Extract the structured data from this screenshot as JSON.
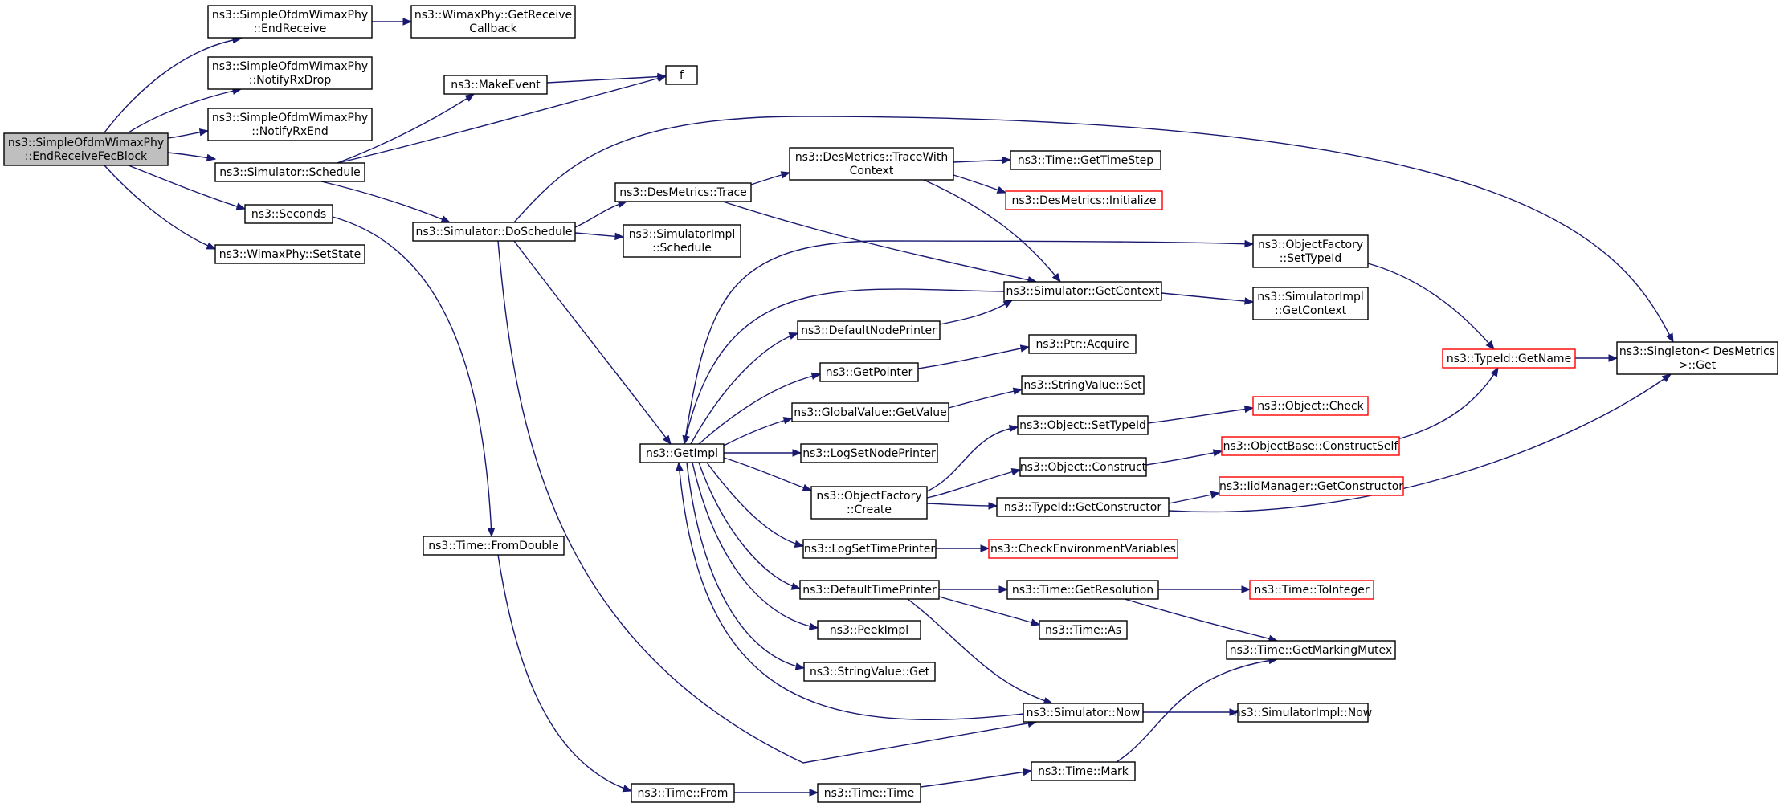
{
  "diagram": {
    "kind": "call-graph",
    "colors": {
      "edge": "#191970",
      "root_fill": "#bfbfbf",
      "node_border": "#000000",
      "truncated_border": "#ff0000",
      "background": "#ffffff"
    },
    "nodes": [
      {
        "id": "root",
        "lines": [
          "ns3::SimpleOfdmWimaxPhy",
          "::EndReceiveFecBlock"
        ],
        "root": true
      },
      {
        "id": "endReceive",
        "lines": [
          "ns3::SimpleOfdmWimaxPhy",
          "::EndReceive"
        ]
      },
      {
        "id": "notifyRxDrop",
        "lines": [
          "ns3::SimpleOfdmWimaxPhy",
          "::NotifyRxDrop"
        ]
      },
      {
        "id": "notifyRxEnd",
        "lines": [
          "ns3::SimpleOfdmWimaxPhy",
          "::NotifyRxEnd"
        ]
      },
      {
        "id": "schedule",
        "lines": [
          "ns3::Simulator::Schedule"
        ]
      },
      {
        "id": "seconds",
        "lines": [
          "ns3::Seconds"
        ]
      },
      {
        "id": "setState",
        "lines": [
          "ns3::WimaxPhy::SetState"
        ]
      },
      {
        "id": "getReceiveCallback",
        "lines": [
          "ns3::WimaxPhy::GetReceive",
          "Callback"
        ]
      },
      {
        "id": "makeEvent",
        "lines": [
          "ns3::MakeEvent"
        ]
      },
      {
        "id": "f",
        "lines": [
          "f"
        ]
      },
      {
        "id": "doSchedule",
        "lines": [
          "ns3::Simulator::DoSchedule"
        ]
      },
      {
        "id": "fromDouble",
        "lines": [
          "ns3::Time::FromDouble"
        ]
      },
      {
        "id": "timeFrom",
        "lines": [
          "ns3::Time::From"
        ]
      },
      {
        "id": "desTrace",
        "lines": [
          "ns3::DesMetrics::Trace"
        ]
      },
      {
        "id": "implSchedule",
        "lines": [
          "ns3::SimulatorImpl",
          "::Schedule"
        ]
      },
      {
        "id": "getImpl",
        "lines": [
          "ns3::GetImpl"
        ]
      },
      {
        "id": "traceWithContext",
        "lines": [
          "ns3::DesMetrics::TraceWith",
          "Context"
        ]
      },
      {
        "id": "getTimeStep",
        "lines": [
          "ns3::Time::GetTimeStep"
        ]
      },
      {
        "id": "desInit",
        "lines": [
          "ns3::DesMetrics::Initialize"
        ],
        "truncated": true
      },
      {
        "id": "getContext",
        "lines": [
          "ns3::Simulator::GetContext"
        ]
      },
      {
        "id": "ofSetTypeId",
        "lines": [
          "ns3::ObjectFactory",
          "::SetTypeId"
        ]
      },
      {
        "id": "implGetContext",
        "lines": [
          "ns3::SimulatorImpl",
          "::GetContext"
        ]
      },
      {
        "id": "defaultNodePrinter",
        "lines": [
          "ns3::DefaultNodePrinter"
        ]
      },
      {
        "id": "getPointer",
        "lines": [
          "ns3::GetPointer"
        ]
      },
      {
        "id": "ptrAcquire",
        "lines": [
          "ns3::Ptr::Acquire"
        ]
      },
      {
        "id": "gvGetValue",
        "lines": [
          "ns3::GlobalValue::GetValue"
        ]
      },
      {
        "id": "svSet",
        "lines": [
          "ns3::StringValue::Set"
        ]
      },
      {
        "id": "logSetNodePrinter",
        "lines": [
          "ns3::LogSetNodePrinter"
        ]
      },
      {
        "id": "ofCreate",
        "lines": [
          "ns3::ObjectFactory",
          "::Create"
        ]
      },
      {
        "id": "objSetTypeId",
        "lines": [
          "ns3::Object::SetTypeId"
        ]
      },
      {
        "id": "objCheck",
        "lines": [
          "ns3::Object::Check"
        ],
        "truncated": true
      },
      {
        "id": "objConstruct",
        "lines": [
          "ns3::Object::Construct"
        ]
      },
      {
        "id": "constructSelf",
        "lines": [
          "ns3::ObjectBase::ConstructSelf"
        ],
        "truncated": true
      },
      {
        "id": "tidGetConstructor",
        "lines": [
          "ns3::TypeId::GetConstructor"
        ]
      },
      {
        "id": "iidGetConstructor",
        "lines": [
          "ns3::IidManager::GetConstructor"
        ],
        "truncated": true
      },
      {
        "id": "tidGetName",
        "lines": [
          "ns3::TypeId::GetName"
        ],
        "truncated": true
      },
      {
        "id": "singletonGet",
        "lines": [
          "ns3::Singleton< DesMetrics",
          " >::Get"
        ]
      },
      {
        "id": "logSetTimePrinter",
        "lines": [
          "ns3::LogSetTimePrinter"
        ]
      },
      {
        "id": "checkEnv",
        "lines": [
          "ns3::CheckEnvironmentVariables"
        ],
        "truncated": true
      },
      {
        "id": "defaultTimePrinter",
        "lines": [
          "ns3::DefaultTimePrinter"
        ]
      },
      {
        "id": "getResolution",
        "lines": [
          "ns3::Time::GetResolution"
        ]
      },
      {
        "id": "toInteger",
        "lines": [
          "ns3::Time::ToInteger"
        ],
        "truncated": true
      },
      {
        "id": "timeAs",
        "lines": [
          "ns3::Time::As"
        ]
      },
      {
        "id": "getMarkingMutex",
        "lines": [
          "ns3::Time::GetMarkingMutex"
        ]
      },
      {
        "id": "peekImpl",
        "lines": [
          "ns3::PeekImpl"
        ]
      },
      {
        "id": "svGet",
        "lines": [
          "ns3::StringValue::Get"
        ]
      },
      {
        "id": "simNow",
        "lines": [
          "ns3::Simulator::Now"
        ]
      },
      {
        "id": "implNow",
        "lines": [
          "ns3::SimulatorImpl::Now"
        ]
      },
      {
        "id": "timeMark",
        "lines": [
          "ns3::Time::Mark"
        ]
      },
      {
        "id": "timeTime",
        "lines": [
          "ns3::Time::Time"
        ]
      }
    ],
    "edges": [
      [
        "root",
        "endReceive"
      ],
      [
        "root",
        "notifyRxDrop"
      ],
      [
        "root",
        "notifyRxEnd"
      ],
      [
        "root",
        "schedule"
      ],
      [
        "root",
        "seconds"
      ],
      [
        "root",
        "setState"
      ],
      [
        "endReceive",
        "getReceiveCallback"
      ],
      [
        "schedule",
        "makeEvent"
      ],
      [
        "schedule",
        "f"
      ],
      [
        "schedule",
        "doSchedule"
      ],
      [
        "makeEvent",
        "f"
      ],
      [
        "seconds",
        "fromDouble"
      ],
      [
        "fromDouble",
        "timeFrom"
      ],
      [
        "timeFrom",
        "timeTime"
      ],
      [
        "timeTime",
        "timeMark"
      ],
      [
        "timeMark",
        "getMarkingMutex"
      ],
      [
        "doSchedule",
        "desTrace"
      ],
      [
        "doSchedule",
        "implSchedule"
      ],
      [
        "doSchedule",
        "getImpl"
      ],
      [
        "doSchedule",
        "singletonGet"
      ],
      [
        "doSchedule",
        "simNow"
      ],
      [
        "desTrace",
        "traceWithContext"
      ],
      [
        "desTrace",
        "getContext"
      ],
      [
        "traceWithContext",
        "getTimeStep"
      ],
      [
        "traceWithContext",
        "desInit"
      ],
      [
        "traceWithContext",
        "getContext"
      ],
      [
        "getContext",
        "implGetContext"
      ],
      [
        "getContext",
        "getImpl"
      ],
      [
        "getImpl",
        "ofSetTypeId"
      ],
      [
        "getImpl",
        "defaultNodePrinter"
      ],
      [
        "getImpl",
        "getPointer"
      ],
      [
        "getImpl",
        "gvGetValue"
      ],
      [
        "getImpl",
        "logSetNodePrinter"
      ],
      [
        "getImpl",
        "ofCreate"
      ],
      [
        "getImpl",
        "logSetTimePrinter"
      ],
      [
        "getImpl",
        "defaultTimePrinter"
      ],
      [
        "getImpl",
        "peekImpl"
      ],
      [
        "getImpl",
        "svGet"
      ],
      [
        "defaultNodePrinter",
        "getContext"
      ],
      [
        "simNow",
        "getImpl"
      ],
      [
        "simNow",
        "implNow"
      ],
      [
        "getPointer",
        "ptrAcquire"
      ],
      [
        "gvGetValue",
        "svSet"
      ],
      [
        "ofCreate",
        "objSetTypeId"
      ],
      [
        "ofCreate",
        "objConstruct"
      ],
      [
        "ofCreate",
        "tidGetConstructor"
      ],
      [
        "objSetTypeId",
        "objCheck"
      ],
      [
        "objConstruct",
        "constructSelf"
      ],
      [
        "constructSelf",
        "tidGetName"
      ],
      [
        "tidGetConstructor",
        "iidGetConstructor"
      ],
      [
        "tidGetConstructor",
        "singletonGet"
      ],
      [
        "ofSetTypeId",
        "tidGetName"
      ],
      [
        "tidGetName",
        "singletonGet"
      ],
      [
        "logSetTimePrinter",
        "checkEnv"
      ],
      [
        "defaultTimePrinter",
        "getResolution"
      ],
      [
        "defaultTimePrinter",
        "timeAs"
      ],
      [
        "defaultTimePrinter",
        "simNow"
      ],
      [
        "getResolution",
        "toInteger"
      ],
      [
        "getResolution",
        "getMarkingMutex"
      ]
    ]
  }
}
